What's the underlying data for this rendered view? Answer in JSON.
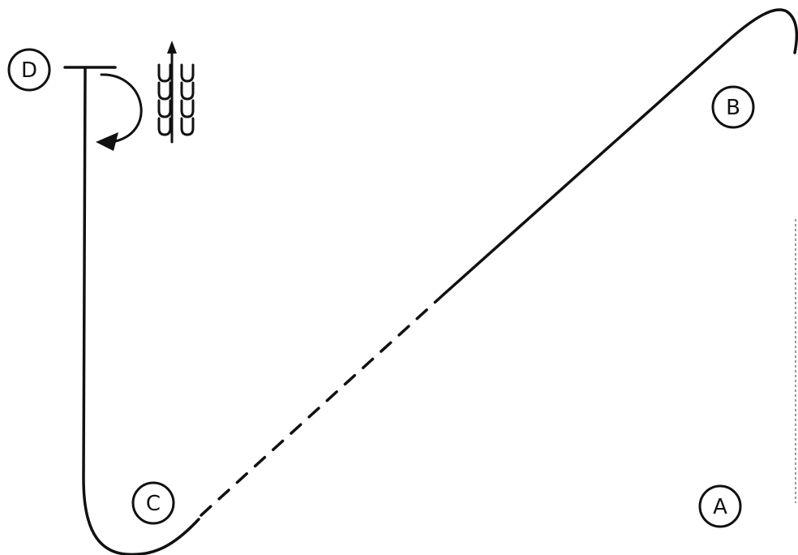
{
  "points": {
    "a": "A",
    "b": "B",
    "c": "C",
    "d": "D"
  },
  "icons": {
    "rotate": "curved-arrow-icon",
    "formation": "traffic-formation-icon"
  },
  "colors": {
    "stroke": "#111111",
    "background": "#ffffff"
  }
}
